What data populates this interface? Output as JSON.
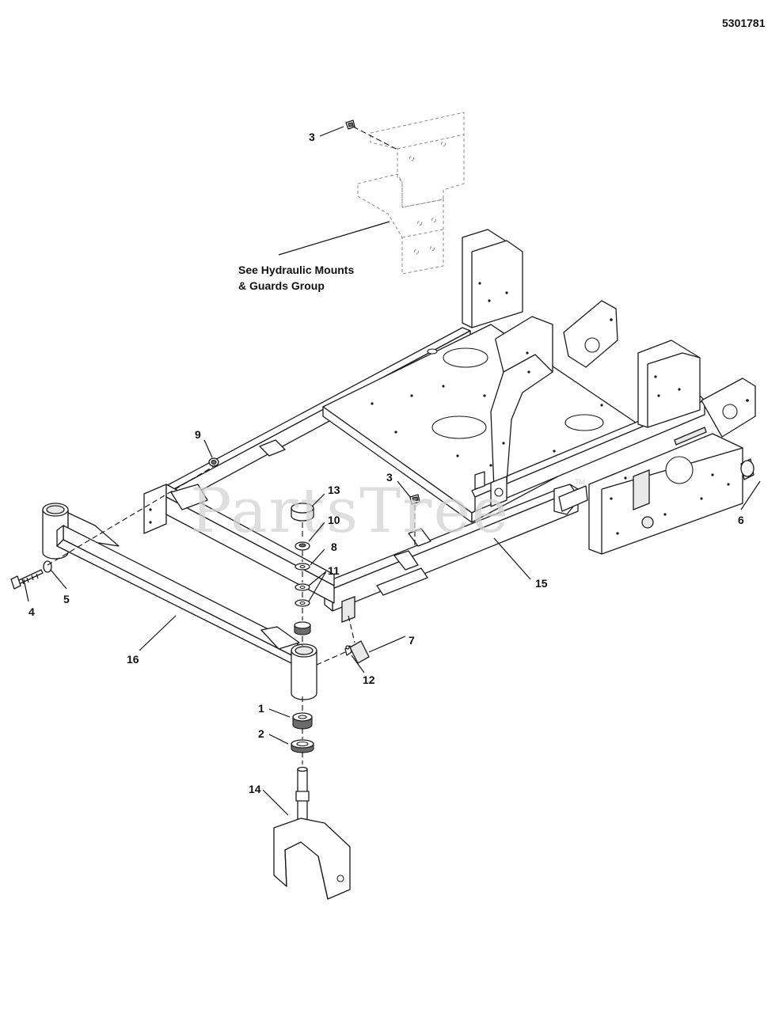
{
  "document_number": "5301781",
  "note": {
    "line1": "See Hydraulic Mounts",
    "line2": "& Guards Group"
  },
  "watermark": {
    "text": "PartsTree",
    "trademark": "TM"
  },
  "callouts": {
    "c3_top": "3",
    "c3_mid": "3",
    "c9": "9",
    "c13": "13",
    "c10": "10",
    "c8": "8",
    "c11": "11",
    "c6": "6",
    "c15": "15",
    "c4": "4",
    "c5": "5",
    "c16": "16",
    "c7": "7",
    "c12": "12",
    "c1": "1",
    "c2": "2",
    "c14": "14"
  }
}
